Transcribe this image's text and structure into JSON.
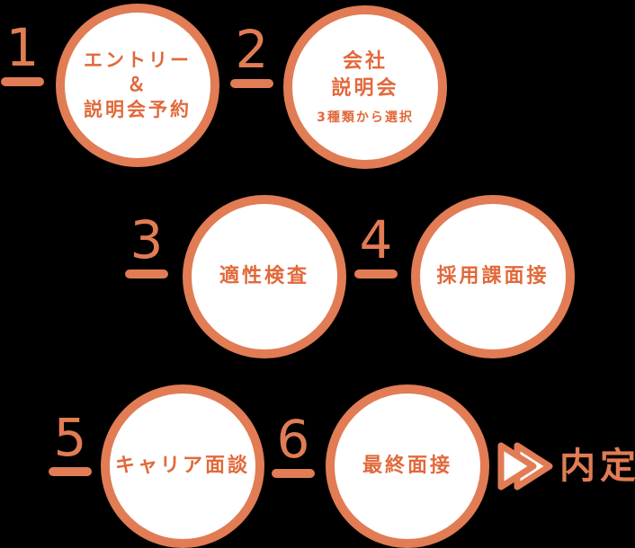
{
  "colors": {
    "background": "#000000",
    "ring_and_numbers": "#E17C55",
    "circle_fill": "#FFFFFF",
    "circle_text": "#E2693B",
    "result_text": "#E17C55"
  },
  "steps": [
    {
      "number": "1",
      "lines": [
        "エントリー",
        "＆",
        "説明会予約"
      ]
    },
    {
      "number": "2",
      "lines": [
        "会社",
        "説明会"
      ],
      "note": "3種類から選択"
    },
    {
      "number": "3",
      "lines": [
        "適性検査"
      ]
    },
    {
      "number": "4",
      "lines": [
        "採用課面接"
      ]
    },
    {
      "number": "5",
      "lines": [
        "キャリア面談"
      ]
    },
    {
      "number": "6",
      "lines": [
        "最終面接"
      ]
    }
  ],
  "result": {
    "label": "内定"
  },
  "icons": {
    "arrow": "fast-forward-double-triangle-icon"
  }
}
